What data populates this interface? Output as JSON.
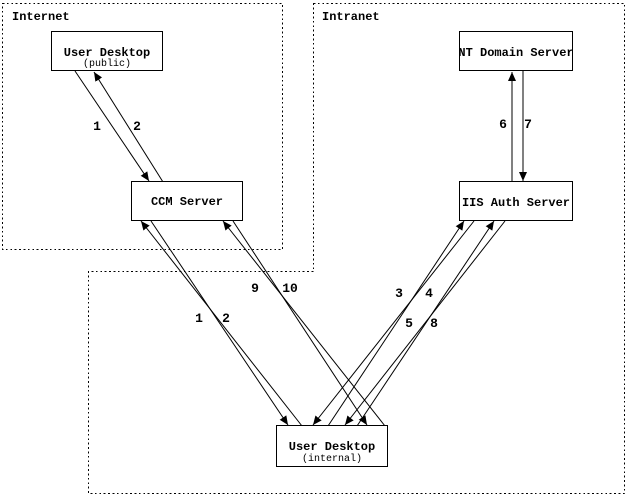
{
  "zones": {
    "internet": {
      "label": "Internet"
    },
    "intranet": {
      "label": "Intranet"
    }
  },
  "nodes": {
    "user_desktop_public": {
      "title": "User Desktop",
      "subtitle": "(public)",
      "zone": "internet"
    },
    "ccm_server": {
      "title": "CCM Server",
      "zone": "internet"
    },
    "nt_domain_server": {
      "title": "NT Domain Server",
      "zone": "intranet"
    },
    "iis_auth_server": {
      "title": "IIS Auth Server",
      "zone": "intranet"
    },
    "user_desktop_internal": {
      "title": "User Desktop",
      "subtitle": "(internal)",
      "zone": "intranet"
    }
  },
  "edges": [
    {
      "label": "1",
      "from": "user_desktop_public",
      "to": "ccm_server"
    },
    {
      "label": "2",
      "from": "ccm_server",
      "to": "user_desktop_public"
    },
    {
      "label": "1",
      "from": "user_desktop_internal",
      "to": "ccm_server"
    },
    {
      "label": "2",
      "from": "ccm_server",
      "to": "user_desktop_internal"
    },
    {
      "label": "3",
      "from": "user_desktop_internal",
      "to": "iis_auth_server"
    },
    {
      "label": "4",
      "from": "iis_auth_server",
      "to": "user_desktop_internal"
    },
    {
      "label": "5",
      "from": "user_desktop_internal",
      "to": "iis_auth_server"
    },
    {
      "label": "6",
      "from": "iis_auth_server",
      "to": "nt_domain_server"
    },
    {
      "label": "7",
      "from": "nt_domain_server",
      "to": "iis_auth_server"
    },
    {
      "label": "8",
      "from": "iis_auth_server",
      "to": "user_desktop_internal"
    },
    {
      "label": "9",
      "from": "user_desktop_internal",
      "to": "ccm_server"
    },
    {
      "label": "10",
      "from": "ccm_server",
      "to": "user_desktop_internal"
    }
  ],
  "colors": {
    "ink": "#000000",
    "background": "#ffffff"
  }
}
